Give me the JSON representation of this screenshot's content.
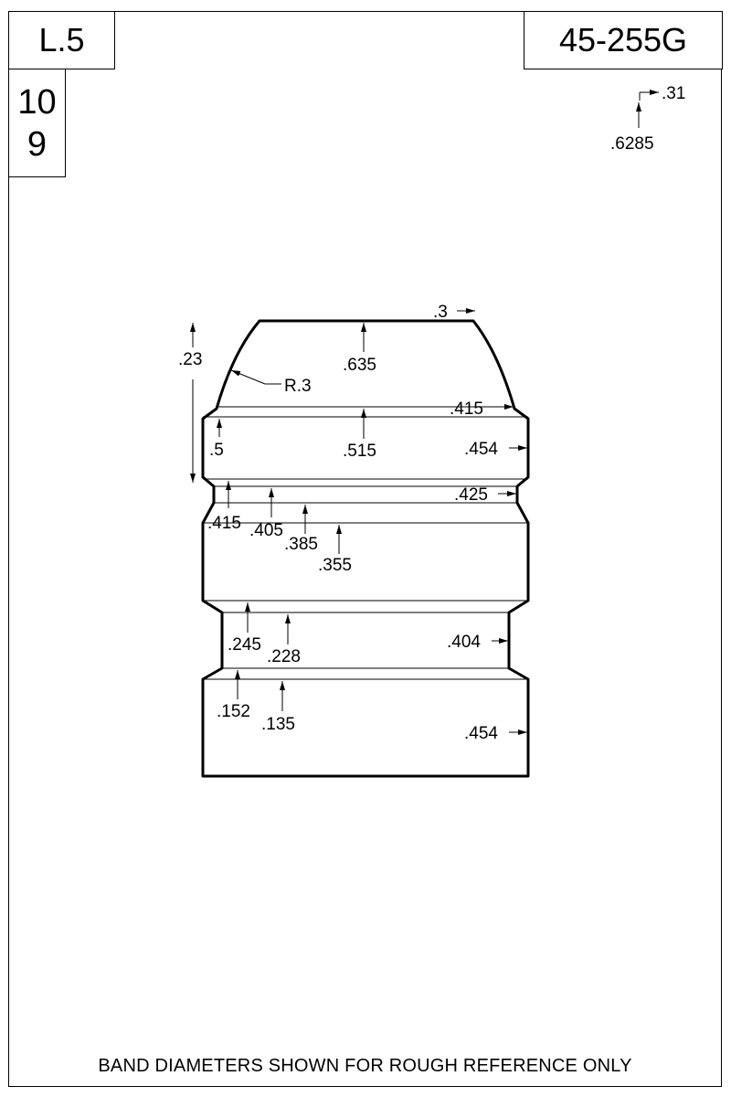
{
  "header": {
    "mold_length_label": "L.5",
    "cavity_top": "10",
    "cavity_bottom": "9",
    "part_number": "45-255G"
  },
  "gas_check": {
    "width_label": ".31",
    "diameter_label": ".6285"
  },
  "dimensions": {
    "nose_flat": ".3",
    "nose_height": ".23",
    "nose_radius": "R.3",
    "nose_length": ".635",
    "band1_top_dia": ".415",
    "band1_length": ".5",
    "band1_pos": ".515",
    "band1_dia": ".454",
    "groove1_dia": ".425",
    "groove1_top": ".415",
    "groove1_a": ".405",
    "groove1_b": ".385",
    "band2_top": ".355",
    "groove2_top": ".245",
    "groove2_a": ".228",
    "groove2_dia": ".404",
    "base_top": ".152",
    "base_a": ".135",
    "base_dia": ".454"
  },
  "footer": {
    "note": "BAND DIAMETERS SHOWN FOR ROUGH REFERENCE ONLY"
  },
  "colors": {
    "line": "#000000",
    "background": "#ffffff"
  }
}
